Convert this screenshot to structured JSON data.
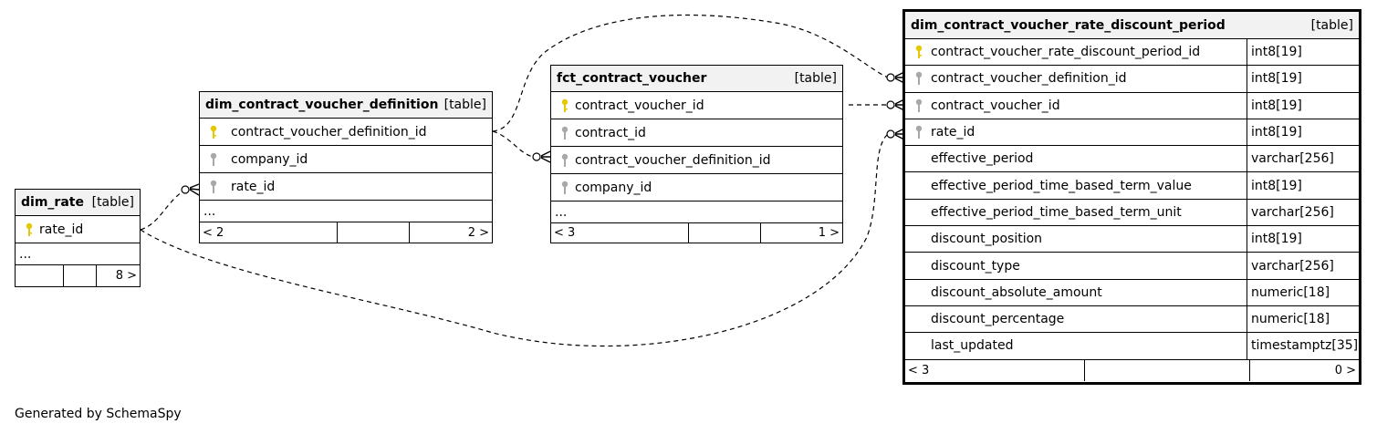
{
  "caption": "Generated by SchemaSpy",
  "colors": {
    "pk_key": "#e5c800",
    "fk_key": "#a8a8a8",
    "header_bg": "#f2f2f2"
  },
  "tables": {
    "dim_rate": {
      "name": "dim_rate",
      "kind": "[table]",
      "columns": [
        {
          "name": "rate_id",
          "key": "primary-key-icon"
        }
      ],
      "more": "...",
      "footer": [
        "",
        "",
        "8 >"
      ]
    },
    "dim_contract_voucher_definition": {
      "name": "dim_contract_voucher_definition",
      "kind": "[table]",
      "columns": [
        {
          "name": "contract_voucher_definition_id",
          "key": "primary-key-icon"
        },
        {
          "name": "company_id",
          "key": "foreign-key-icon"
        },
        {
          "name": "rate_id",
          "key": "foreign-key-icon"
        }
      ],
      "more": "...",
      "footer": [
        "< 2",
        "",
        "2 >"
      ]
    },
    "fct_contract_voucher": {
      "name": "fct_contract_voucher",
      "kind": "[table]",
      "columns": [
        {
          "name": "contract_voucher_id",
          "key": "primary-key-icon"
        },
        {
          "name": "contract_id",
          "key": "foreign-key-icon"
        },
        {
          "name": "contract_voucher_definition_id",
          "key": "foreign-key-icon"
        },
        {
          "name": "company_id",
          "key": "foreign-key-icon"
        }
      ],
      "more": "...",
      "footer": [
        "< 3",
        "",
        "1 >"
      ]
    },
    "dim_contract_voucher_rate_discount_period": {
      "name": "dim_contract_voucher_rate_discount_period",
      "kind": "[table]",
      "columns": [
        {
          "name": "contract_voucher_rate_discount_period_id",
          "type": "int8[19]",
          "key": "primary-key-icon"
        },
        {
          "name": "contract_voucher_definition_id",
          "type": "int8[19]",
          "key": "foreign-key-icon"
        },
        {
          "name": "contract_voucher_id",
          "type": "int8[19]",
          "key": "foreign-key-icon"
        },
        {
          "name": "rate_id",
          "type": "int8[19]",
          "key": "foreign-key-icon"
        },
        {
          "name": "effective_period",
          "type": "varchar[256]",
          "key": ""
        },
        {
          "name": "effective_period_time_based_term_value",
          "type": "int8[19]",
          "key": ""
        },
        {
          "name": "effective_period_time_based_term_unit",
          "type": "varchar[256]",
          "key": ""
        },
        {
          "name": "discount_position",
          "type": "int8[19]",
          "key": ""
        },
        {
          "name": "discount_type",
          "type": "varchar[256]",
          "key": ""
        },
        {
          "name": "discount_absolute_amount",
          "type": "numeric[18]",
          "key": ""
        },
        {
          "name": "discount_percentage",
          "type": "numeric[18]",
          "key": ""
        },
        {
          "name": "last_updated",
          "type": "timestamptz[35]",
          "key": ""
        }
      ],
      "footer": [
        "< 3",
        "",
        "0 >"
      ]
    }
  }
}
